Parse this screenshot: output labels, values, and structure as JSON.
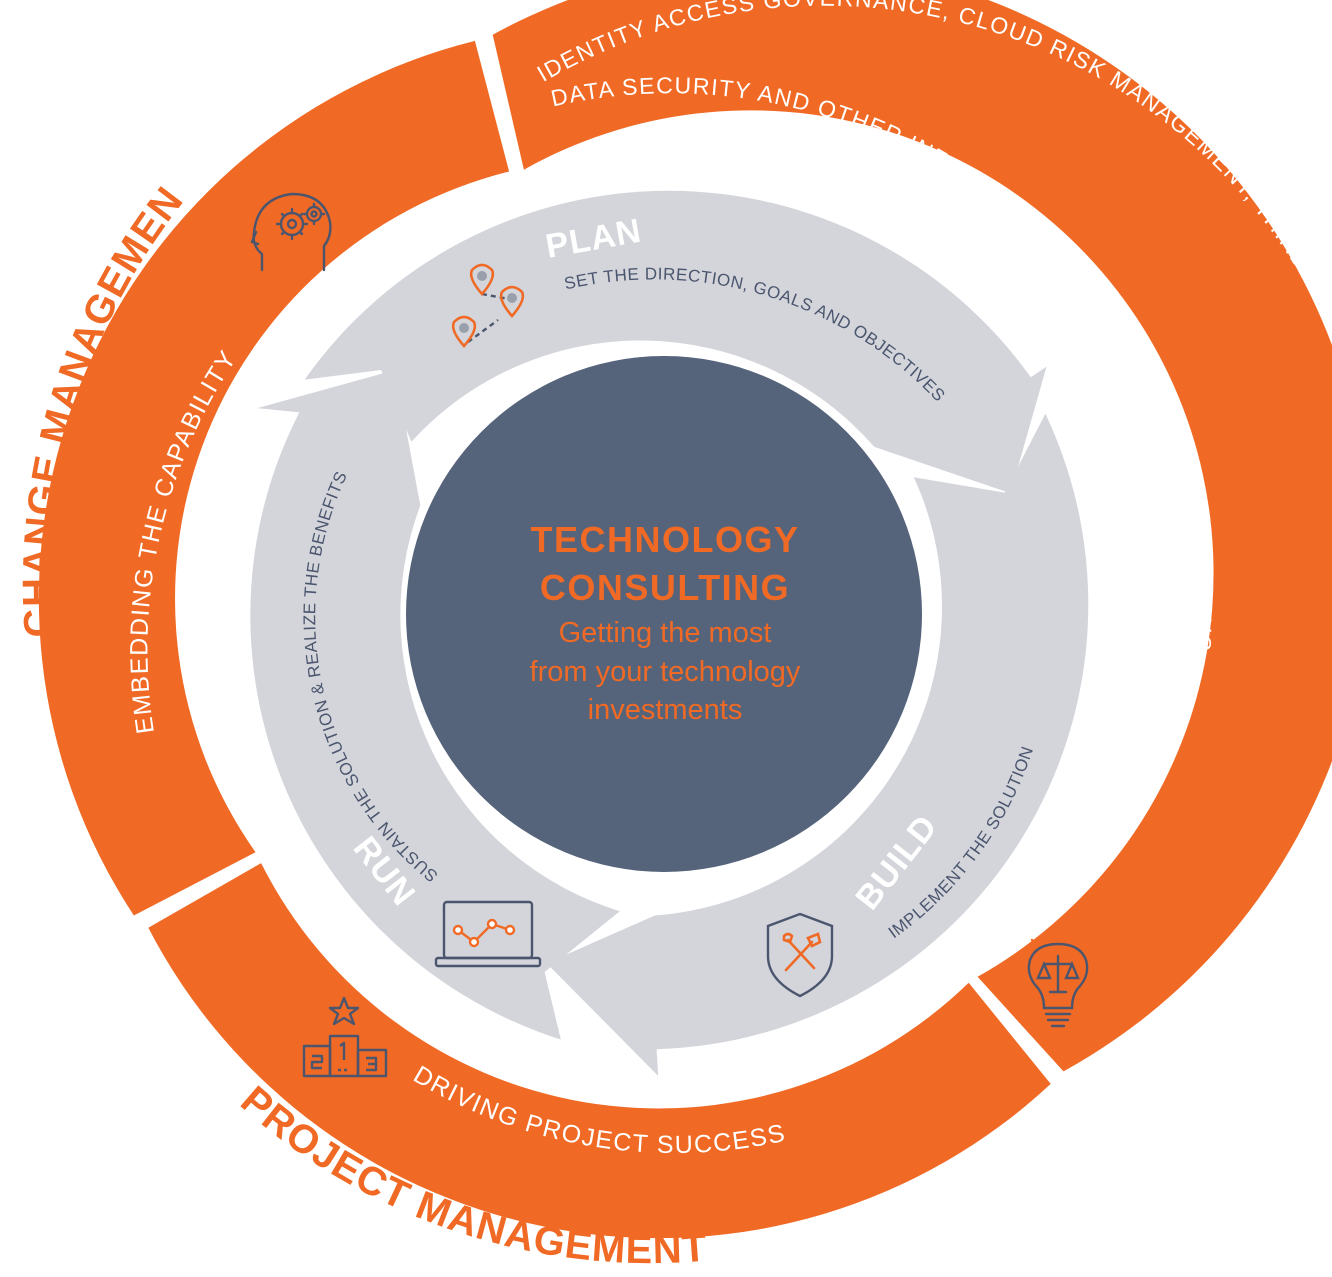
{
  "colors": {
    "orange": "#f06a25",
    "grey_arrow": "#d3d5db",
    "core": "#55637b",
    "icon_outline": "#4b566e"
  },
  "core": {
    "title_line1": "TECHNOLOGY",
    "title_line2": "CONSULTING",
    "subtitle_line1": "Getting the most",
    "subtitle_line2": "from your technology",
    "subtitle_line3": "investments"
  },
  "outer_segments": {
    "change_management": {
      "title": "CHANGE MANAGEMENT",
      "description": "EMBEDDING THE CAPABILITY",
      "icon": "head-gears-icon"
    },
    "subject_matter": {
      "title": "SUBJECT MATTER EXPERTISE",
      "description_line1": "IDENTITY ACCESS GOVERNANCE, CLOUD RISK MANAGEMENT, THIRD PARTY RISK MANAGEMENT",
      "description_line2": "DATA SECURITY AND OTHER INFORMATION SECURITY AND PRIVACY DOMAINS",
      "icon": "lightbulb-scales-icon"
    },
    "project_management": {
      "title": "PROJECT MANAGEMENT",
      "description": "DRIVING PROJECT SUCCESS",
      "icon": "podium-star-icon"
    }
  },
  "cycle": {
    "plan": {
      "title": "PLAN",
      "description": "SET THE DIRECTION, GOALS AND OBJECTIVES",
      "icon": "map-pins-icon"
    },
    "build": {
      "title": "BUILD",
      "description": "IMPLEMENT THE SOLUTION",
      "icon": "shield-tools-icon"
    },
    "run": {
      "title": "RUN",
      "description": "SUSTAIN THE SOLUTION & REALIZE THE BENEFITS",
      "icon": "laptop-chart-icon"
    }
  }
}
